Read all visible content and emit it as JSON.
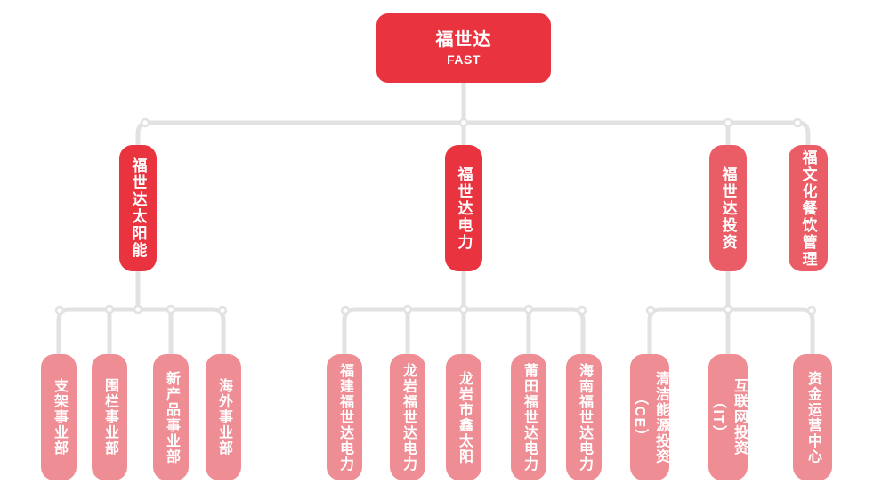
{
  "colors": {
    "red": "#E93440",
    "mid_red": "#EA5C66",
    "pink": "#EF8D95",
    "line": "#E2E2E2",
    "text": "#FFFFFF"
  },
  "root": {
    "title": "福世达",
    "subtitle": "FAST"
  },
  "level2": [
    {
      "label": "福世达太阳能",
      "color": "#E93440"
    },
    {
      "label": "福世达电力",
      "color": "#E93440"
    },
    {
      "label": "福世达投资",
      "color": "#EA5C66"
    },
    {
      "label": "福文化餐饮管理",
      "color": "#EA5C66"
    }
  ],
  "level3_groups": [
    {
      "parent": "福世达太阳能",
      "items": [
        "支架事业部",
        "围栏事业部",
        "新产品事业部",
        "海外事业部"
      ]
    },
    {
      "parent": "福世达电力",
      "items": [
        "福建福世达电力",
        "龙岩福世达电力",
        "龙岩市鑫太阳",
        "莆田福世达电力",
        "海南福世达电力"
      ]
    },
    {
      "parent": "福世达投资",
      "items": [
        "清洁能源投资\n（CE）",
        "互联网投资\n（IT）",
        "资金运营中心"
      ]
    }
  ]
}
